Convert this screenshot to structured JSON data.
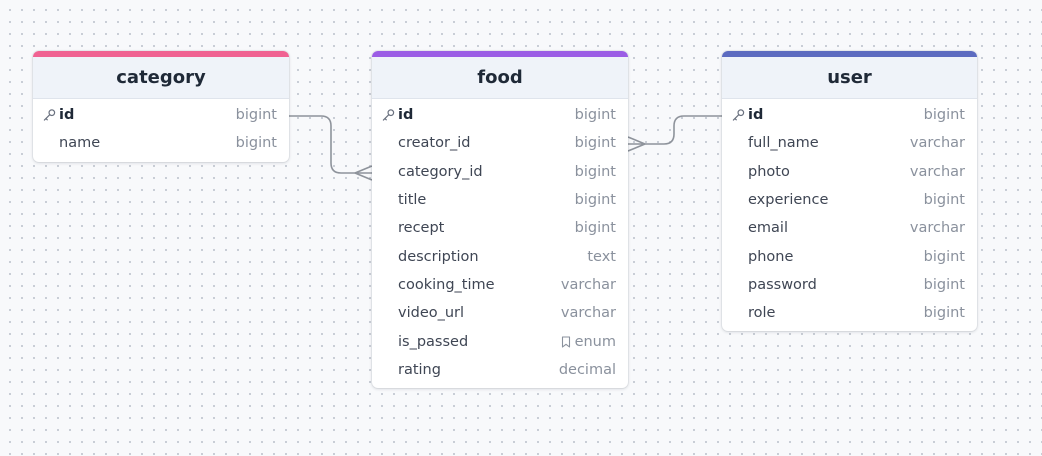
{
  "colors": {
    "category_accent": "#f06292",
    "food_accent": "#9b5de5",
    "user_accent": "#5c6bc0",
    "connector": "#8e939b"
  },
  "tables": {
    "category": {
      "name": "category",
      "fields": [
        {
          "name": "id",
          "type": "bigint",
          "pk": true
        },
        {
          "name": "name",
          "type": "bigint"
        }
      ]
    },
    "food": {
      "name": "food",
      "fields": [
        {
          "name": "id",
          "type": "bigint",
          "pk": true
        },
        {
          "name": "creator_id",
          "type": "bigint"
        },
        {
          "name": "category_id",
          "type": "bigint"
        },
        {
          "name": "title",
          "type": "bigint"
        },
        {
          "name": "recept",
          "type": "bigint"
        },
        {
          "name": "description",
          "type": "text"
        },
        {
          "name": "cooking_time",
          "type": "varchar"
        },
        {
          "name": "video_url",
          "type": "varchar"
        },
        {
          "name": "is_passed",
          "type": "enum",
          "enum_icon": "bookmark-icon"
        },
        {
          "name": "rating",
          "type": "decimal"
        }
      ]
    },
    "user": {
      "name": "user",
      "fields": [
        {
          "name": "id",
          "type": "bigint",
          "pk": true
        },
        {
          "name": "full_name",
          "type": "varchar"
        },
        {
          "name": "photo",
          "type": "varchar"
        },
        {
          "name": "experience",
          "type": "bigint"
        },
        {
          "name": "email",
          "type": "varchar"
        },
        {
          "name": "phone",
          "type": "bigint"
        },
        {
          "name": "password",
          "type": "bigint"
        },
        {
          "name": "role",
          "type": "bigint"
        }
      ]
    }
  },
  "relationships": [
    {
      "from_table": "category",
      "from_field": "id",
      "to_table": "food",
      "to_field": "category_id",
      "kind": "one-to-many"
    },
    {
      "from_table": "user",
      "from_field": "id",
      "to_table": "food",
      "to_field": "creator_id",
      "kind": "one-to-many"
    }
  ]
}
